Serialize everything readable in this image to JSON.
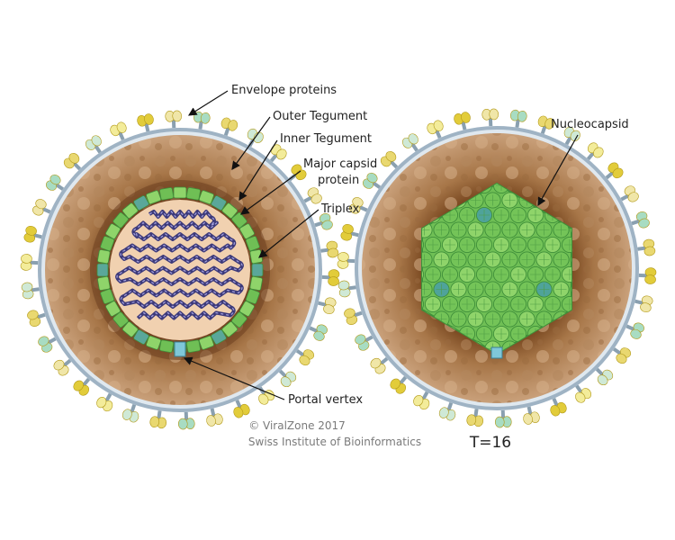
{
  "labels": {
    "envelope_proteins": "Envelope proteins",
    "outer_tegument": "Outer Tegument",
    "inner_tegument": "Inner Tegument",
    "major_capsid_1": "Major capsid",
    "major_capsid_2": "protein",
    "triplex": "Triplex",
    "portal_vertex": "Portal vertex",
    "nucleocapsid": "Nucleocapsid"
  },
  "credit": {
    "line1": "© ViralZone 2017",
    "line2": "Swiss Institute of Bioinformatics"
  },
  "triangulation": "T=16",
  "colors": {
    "tegument": "#c49a74",
    "tegument_dark": "#8a5a30",
    "membrane": "#c9d7e3",
    "spike_yellow": "#e2cc3a",
    "spike_pale": "#f0e6a8",
    "spike_mint": "#a8dcc2",
    "capsid_green": "#7ecb5c",
    "capsid_dark": "#3f8f3a",
    "penton_teal": "#5aa79a",
    "dna": "#3d3a7a",
    "core": "#f1d1b0"
  }
}
